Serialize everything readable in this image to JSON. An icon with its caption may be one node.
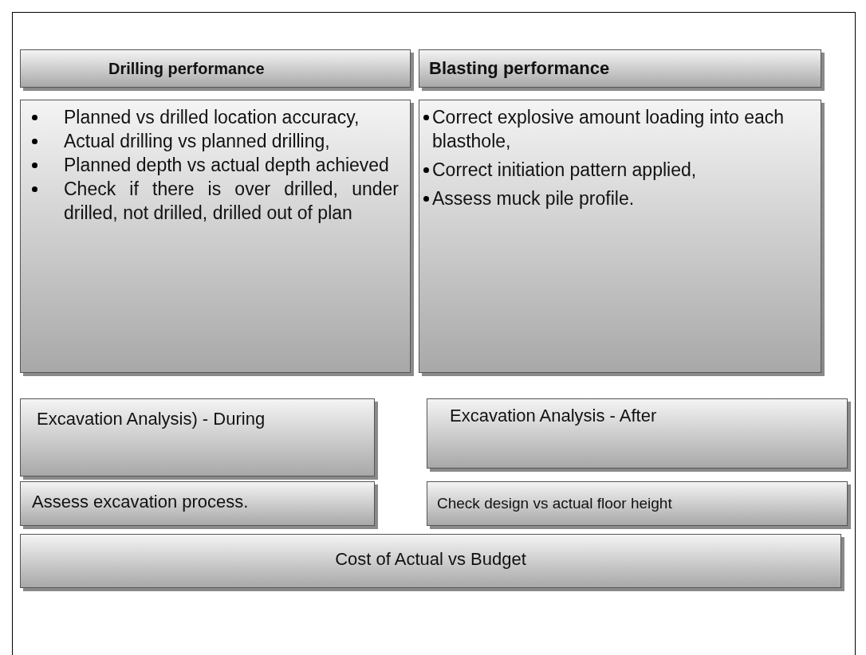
{
  "diagram": {
    "nodes": [
      {
        "text": [
          "Drilling performance"
        ]
      },
      {
        "text": [
          "Blasting performance"
        ]
      },
      {
        "text": [
          "Planned vs drilled location accuracy,",
          "Actual drilling vs planned drilling,",
          "Planned depth vs actual depth achieved",
          "Check if there is over drilled, under drilled, not drilled, drilled out of plan"
        ]
      },
      {
        "text": [
          "Correct explosive amount loading into each blasthole,",
          "Correct initiation pattern applied,",
          "Assess muck pile profile."
        ]
      },
      {
        "text": [
          "Excavation Analysis) - During"
        ]
      },
      {
        "text": [
          "Excavation Analysis - After"
        ]
      },
      {
        "text": [
          "Assess excavation process."
        ]
      },
      {
        "text": [
          "Check design vs actual floor height"
        ]
      },
      {
        "text": [
          "Cost of Actual vs Budget"
        ]
      }
    ],
    "edges": []
  }
}
